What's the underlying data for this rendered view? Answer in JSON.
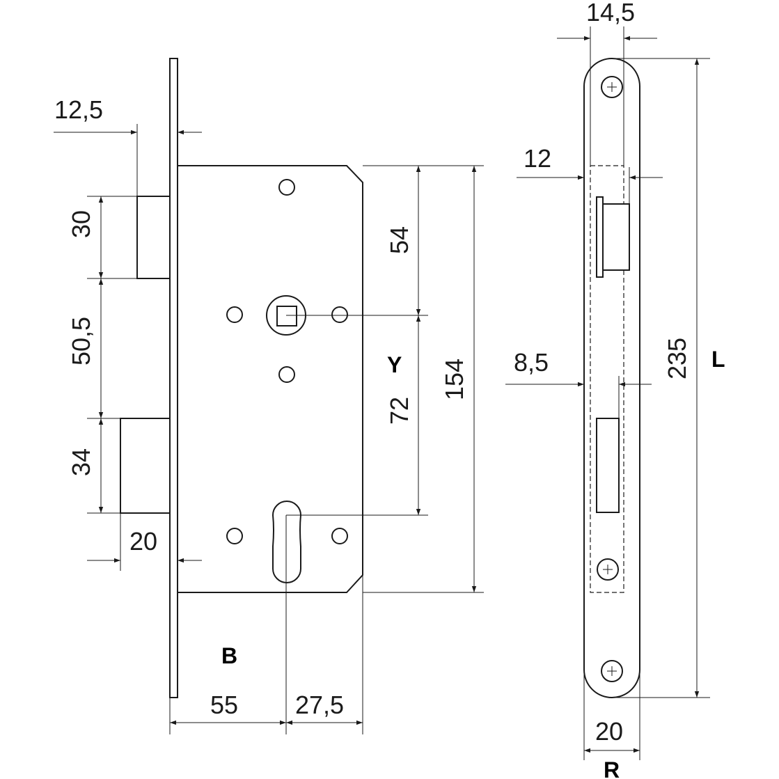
{
  "dimensions": {
    "faceplate_thickness": "12,5",
    "latch_height": "30",
    "latch_to_bolt": "50,5",
    "bolt_height": "34",
    "bolt_projection": "20",
    "spindle_from_top": "54",
    "center_distance": "72",
    "case_height": "154",
    "backset": "55",
    "cylinder_offset": "27,5",
    "faceplate_width": "14,5",
    "latch_width": "12",
    "bolt_width": "8,5",
    "faceplate_length": "235",
    "faceplate_width_bottom": "20"
  },
  "labels": {
    "backset": "B",
    "center_distance": "Y",
    "length": "L",
    "radius": "R"
  }
}
